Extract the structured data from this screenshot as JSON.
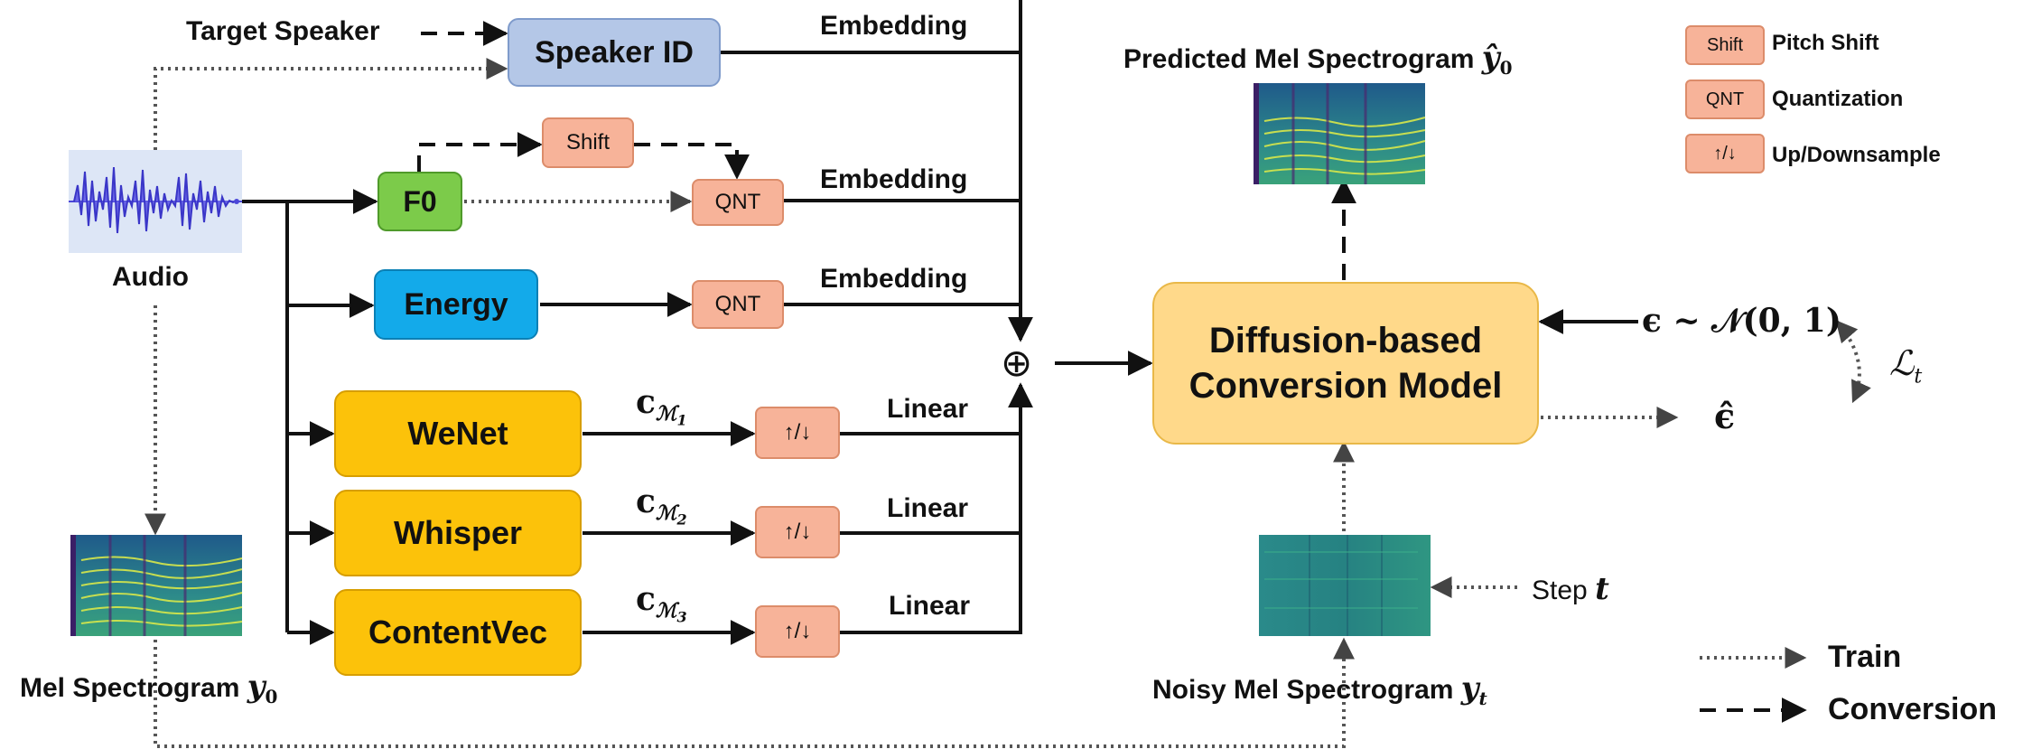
{
  "inputs": {
    "target_speaker": "Target Speaker",
    "audio": "Audio",
    "mel_spectrogram": "Mel Spectrogram",
    "mel_symbol": "y",
    "mel_subscript": "0"
  },
  "modules": {
    "speaker_id": "Speaker ID",
    "f0": "F0",
    "energy": "Energy",
    "wenet": "WeNet",
    "whisper": "Whisper",
    "contentvec": "ContentVec",
    "shift": "Shift",
    "qnt_f0": "QNT",
    "qnt_energy": "QNT",
    "updown_wenet": "↑/↓",
    "updown_whisper": "↑/↓",
    "updown_contentvec": "↑/↓"
  },
  "edge_labels": {
    "speaker_embedding": "Embedding",
    "f0_embedding": "Embedding",
    "energy_embedding": "Embedding",
    "wenet_linear": "Linear",
    "whisper_linear": "Linear",
    "contentvec_linear": "Linear",
    "c_symbol": "c",
    "m_symbol": "ℳ",
    "m1_sub": "1",
    "m2_sub": "2",
    "m3_sub": "3"
  },
  "sum_symbol": "⊕",
  "model": {
    "line1": "Diffusion-based",
    "line2": "Conversion Model"
  },
  "predicted": {
    "label": "Predicted Mel Spectrogram",
    "symbol": "ŷ",
    "subscript": "0"
  },
  "noisy": {
    "label": "Noisy Mel Spectrogram",
    "symbol": "y",
    "subscript": "t"
  },
  "noise": {
    "expression": "ϵ ~ 𝒩(0, 1)",
    "estimate": "ϵ̂",
    "loss_symbol": "ℒ",
    "loss_subscript": "t"
  },
  "step": {
    "label": "Step",
    "symbol": "t"
  },
  "legend": {
    "shift_tag": "Shift",
    "shift_text": "Pitch Shift",
    "qnt_tag": "QNT",
    "qnt_text": "Quantization",
    "updown_tag": "↑/↓",
    "updown_text": "Up/Downsample",
    "train": "Train",
    "conversion": "Conversion"
  },
  "colors": {
    "speaker_id_fill": "#b4c7e7",
    "f0_fill": "#7ccb4a",
    "energy_fill": "#13aaea",
    "extractor_fill": "#fcc20a",
    "op_fill": "#f7b399",
    "model_fill": "#ffd98a",
    "waveform": "#4b47d8",
    "spectrogram_bg": "#2c6e8c",
    "spectrogram_harmonics": "#d8e84a"
  }
}
